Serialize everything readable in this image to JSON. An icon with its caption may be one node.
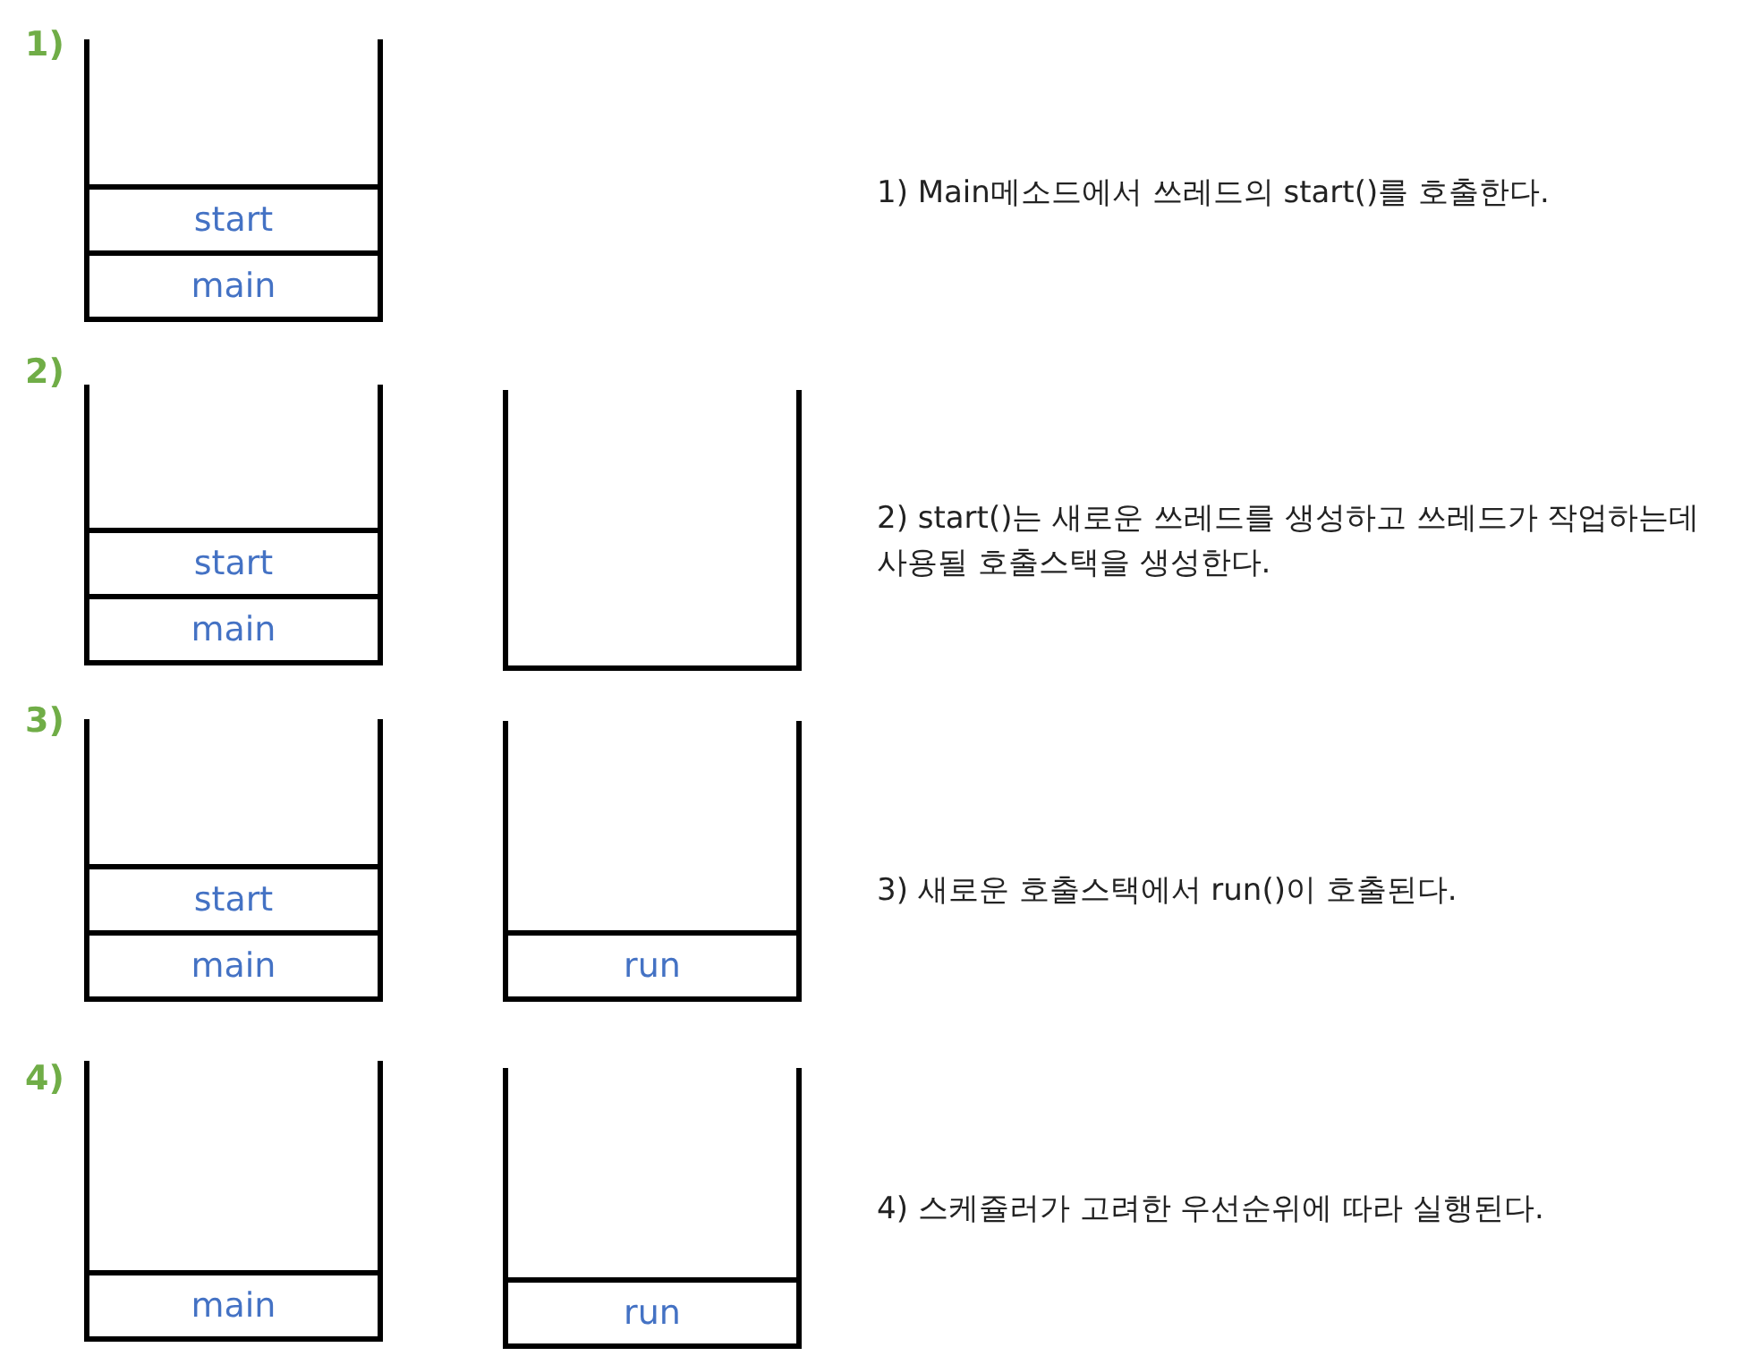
{
  "diagram": {
    "nodes": [
      {
        "text": [],
        "shape": "box"
      },
      {
        "text": [
          "start"
        ],
        "in": 0
      },
      {
        "text": [
          "main"
        ],
        "in": 0
      },
      {
        "text": [],
        "shape": "box"
      },
      {
        "text": [
          "start"
        ],
        "in": 3
      },
      {
        "text": [
          "main"
        ],
        "in": 3
      },
      {
        "text": [],
        "shape": "box"
      },
      {
        "text": [],
        "shape": "box"
      },
      {
        "text": [
          "start"
        ],
        "in": 7
      },
      {
        "text": [
          "main"
        ],
        "in": 7
      },
      {
        "text": [],
        "shape": "box"
      },
      {
        "text": [
          "run"
        ],
        "in": 10
      },
      {
        "text": [],
        "shape": "box"
      },
      {
        "text": [
          "main"
        ],
        "in": 12
      },
      {
        "text": [],
        "shape": "box"
      },
      {
        "text": [
          "run"
        ],
        "in": 14
      }
    ],
    "edges": [],
    "labels": [
      "1)",
      "1) Main메소드에서 쓰레드의 start()를 호출한다.",
      "2)",
      "2) start()는 새로운 쓰레드를 생성하고 쓰레드가 작업하는데 사용될 호출스택을 생성한다.",
      "3)",
      "3) 새로운 호출스택에서 run()이 호출된다.",
      "4)",
      "4) 스케쥴러가 고려한 우선순위에 따라 실행된다."
    ]
  }
}
